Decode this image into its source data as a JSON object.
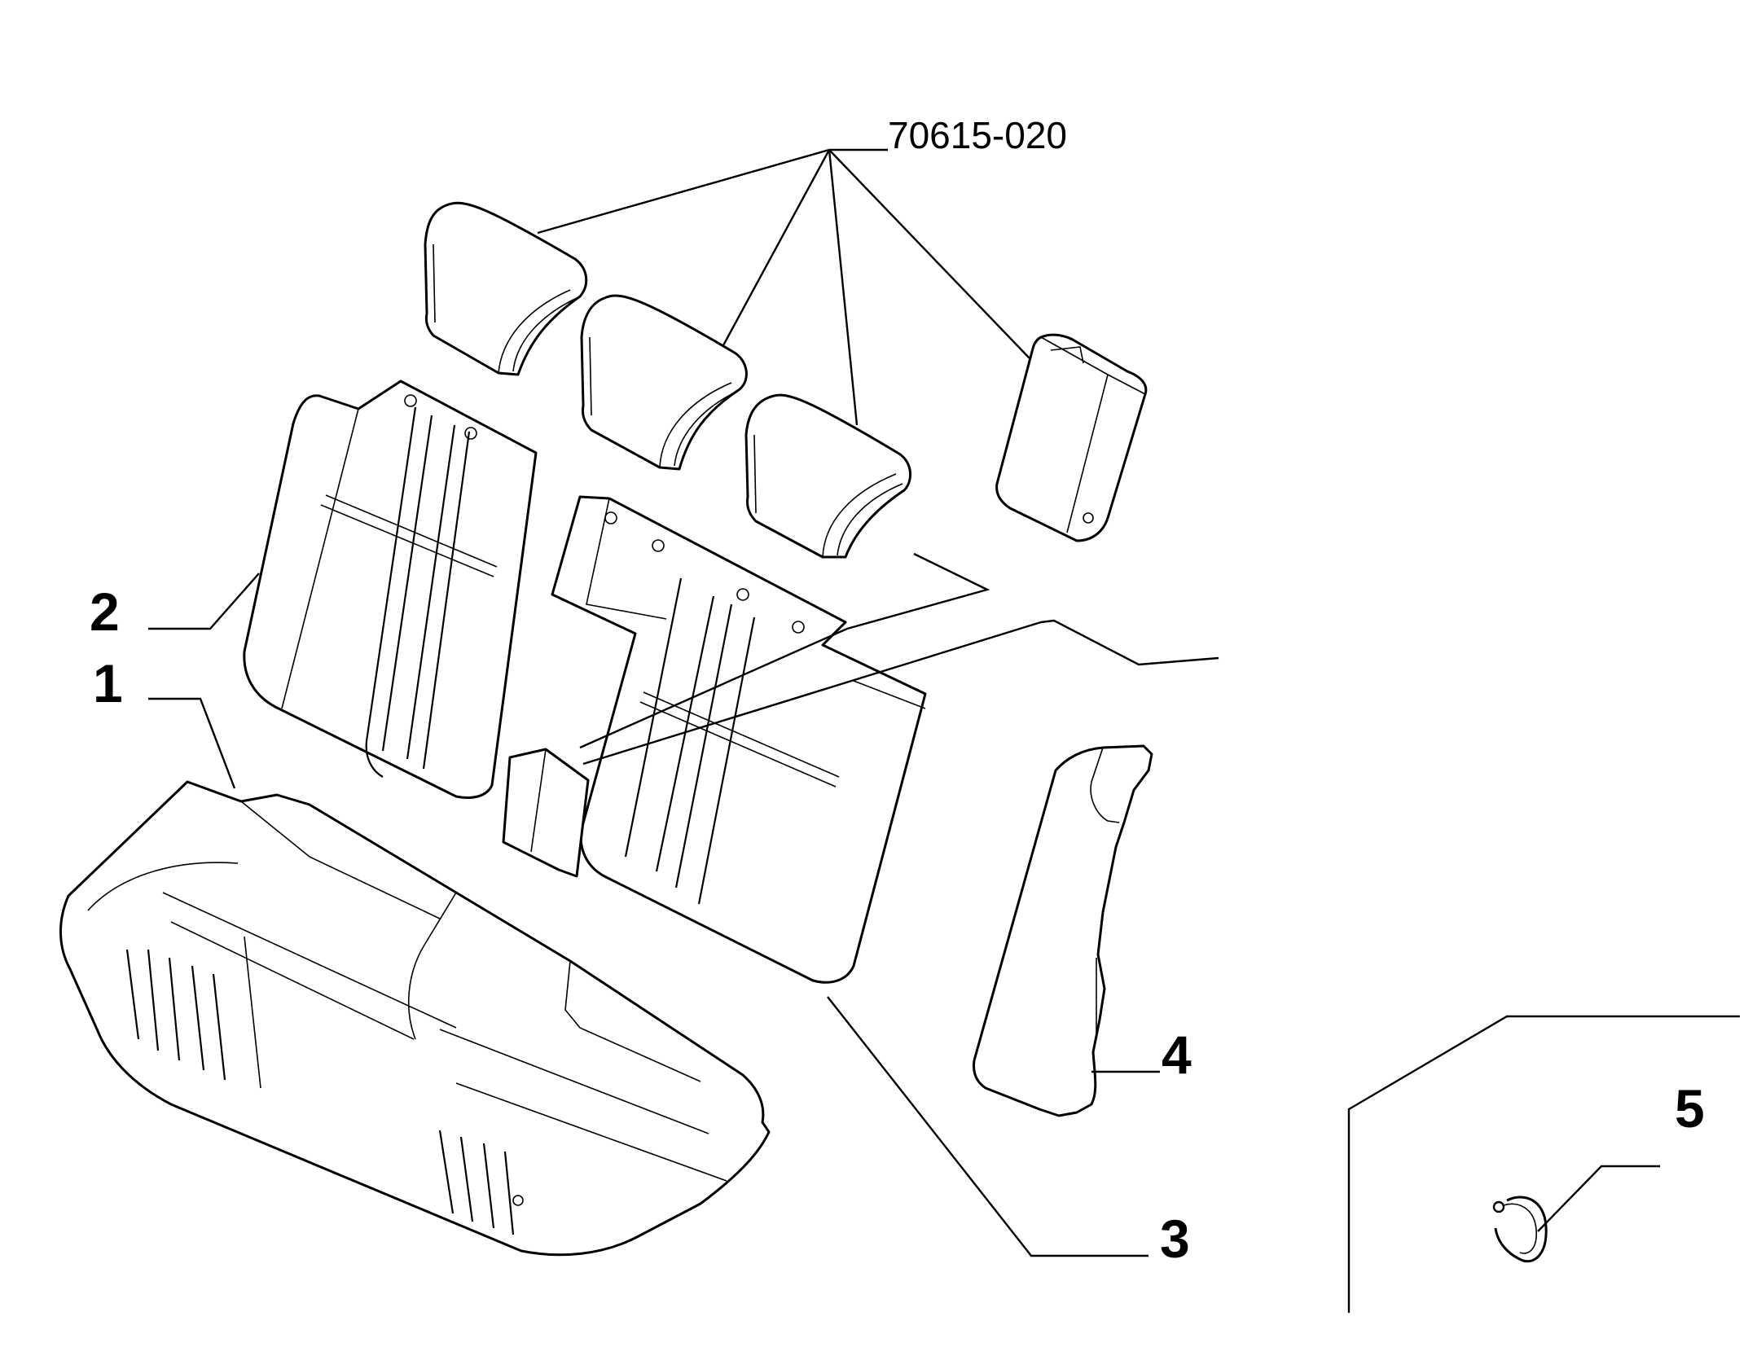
{
  "diagram": {
    "part_code": "70615-020",
    "callouts": [
      "1",
      "2",
      "3",
      "4",
      "5"
    ]
  }
}
